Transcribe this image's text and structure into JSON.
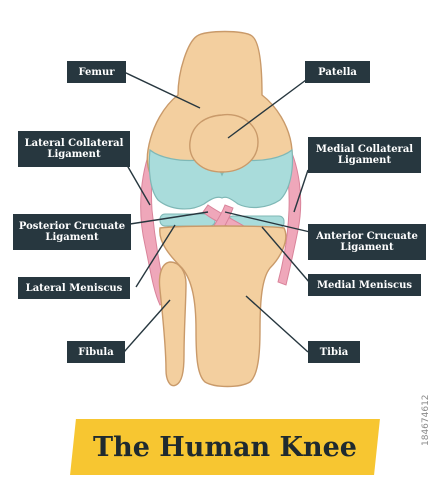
{
  "title": "The Human Knee",
  "labels": {
    "femur": [
      "Femur"
    ],
    "patella": [
      "Patella"
    ],
    "lcl": [
      "Lateral Collateral",
      "Ligament"
    ],
    "mcl": [
      "Medial Collateral",
      "Ligament"
    ],
    "pcl": [
      "Posterior Crucuate",
      "Ligament"
    ],
    "acl": [
      "Anterior Crucuate",
      "Ligament"
    ],
    "lateral_meniscus": [
      "Lateral Meniscus"
    ],
    "medial_meniscus": [
      "Medial Meniscus"
    ],
    "fibula": [
      "Fibula"
    ],
    "tibia": [
      "Tibia"
    ]
  },
  "stock_id": "184674612",
  "colors": {
    "bone": "#f3cf9f",
    "bone_outline": "#c99a6a",
    "cartilage": "#a9dcdb",
    "ligament": "#efa7ba",
    "label_bg": "#27373f",
    "label_text": "#ffffff",
    "title_band": "#f7c631",
    "title_text": "#1f2a2f",
    "leader_line": "#27373f"
  }
}
